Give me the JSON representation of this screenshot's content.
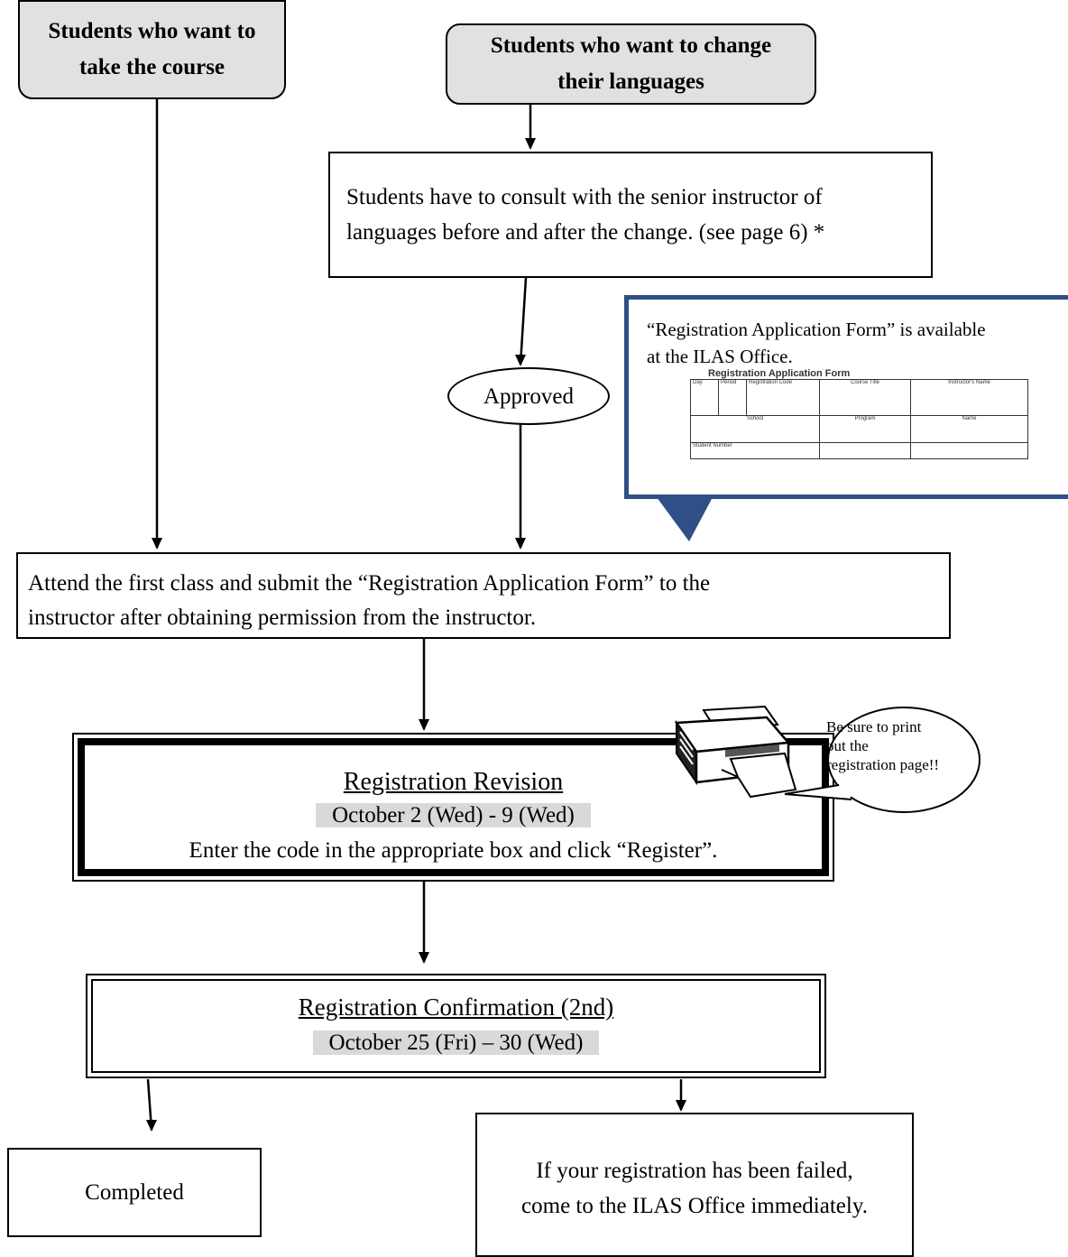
{
  "start_left": {
    "line1": "Students who want to",
    "line2": "take the course"
  },
  "start_right": {
    "line1": "Students who want to change",
    "line2": "their languages"
  },
  "consult": {
    "line1": "Students have to consult with the senior instructor of",
    "line2": "languages before and after the change. (see page 6) *"
  },
  "approved": "Approved",
  "callout": {
    "line1": "“Registration Application Form” is available",
    "line2": "at the ILAS Office.",
    "form": {
      "title": "Registration Application Form",
      "headers": [
        "Day",
        "Period",
        "Registration Code",
        "Course Title",
        "Instructor's Name"
      ],
      "row2": [
        "School",
        "Program",
        "Name"
      ],
      "student_number": "Student Number"
    }
  },
  "attend": {
    "line1": "Attend the first class and submit the “Registration Application Form” to the",
    "line2": "instructor after obtaining permission from the instructor."
  },
  "revision": {
    "title": "Registration Revision",
    "dates": "October 2 (Wed) - 9 (Wed)",
    "instruction": "Enter the code in the appropriate box and click “Register”."
  },
  "speech": {
    "line1": "Be sure to print",
    "line2": "out the",
    "line3": "registration page!!"
  },
  "confirmation": {
    "title": "Registration Confirmation (2nd)",
    "dates": "October 25 (Fri) – 30 (Wed)"
  },
  "completed": "Completed",
  "failed": {
    "line1": "If your registration has been failed,",
    "line2": "come to the ILAS Office immediately."
  },
  "colors": {
    "callout_border": "#2f4f86",
    "pill_fill": "#e1e1e1",
    "highlight": "#d9d9d9"
  }
}
